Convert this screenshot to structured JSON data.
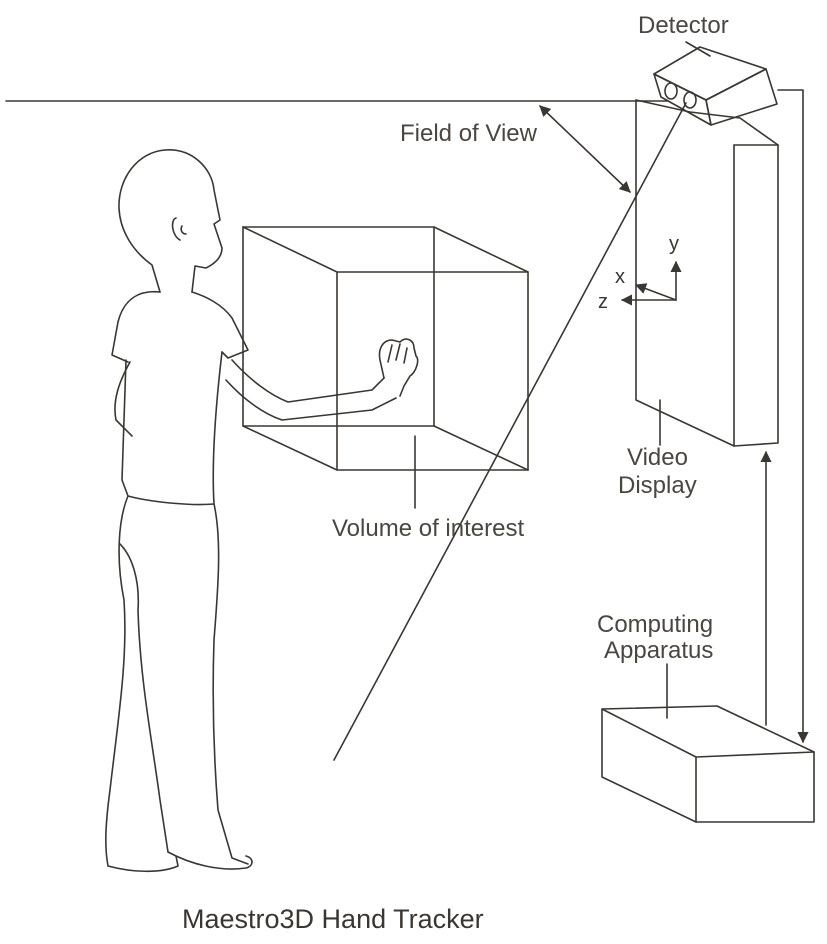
{
  "diagram": {
    "title": "Maestro3D Hand Tracker",
    "labels": {
      "detector": "Detector",
      "field_of_view": "Field of View",
      "video_display_line1": "Video",
      "video_display_line2": "Display",
      "volume_of_interest": "Volume of interest",
      "computing_apparatus_line1": "Computing",
      "computing_apparatus_line2": "Apparatus"
    },
    "axes": {
      "x": "x",
      "y": "y",
      "z": "z"
    },
    "colors": {
      "line": "#3a3733",
      "text": "#4a4642",
      "background": "#ffffff"
    }
  }
}
